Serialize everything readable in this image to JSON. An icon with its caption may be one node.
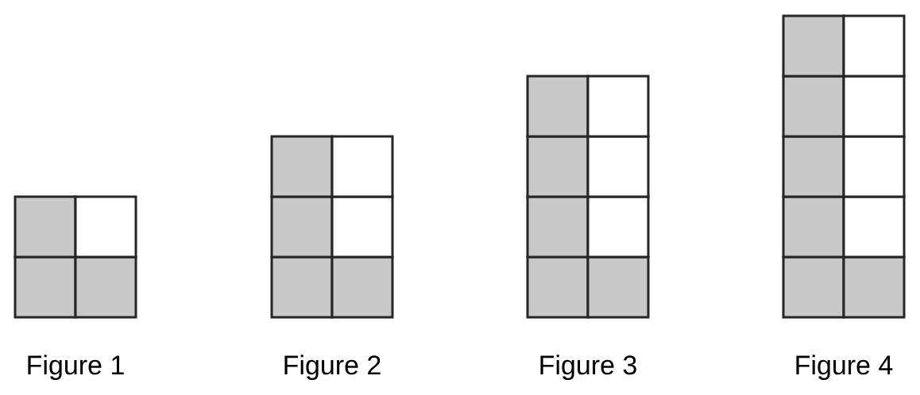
{
  "diagram": {
    "labels": [
      "Figure 1",
      "Figure 2",
      "Figure 3",
      "Figure 4"
    ]
  }
}
